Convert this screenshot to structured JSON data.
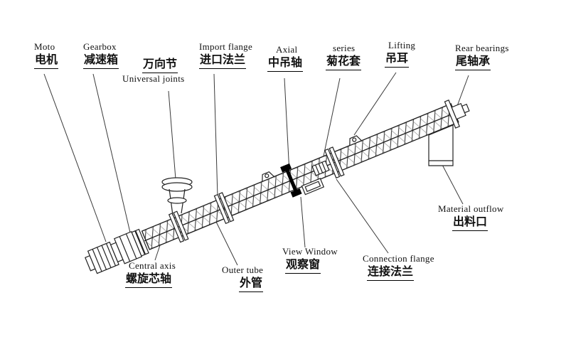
{
  "colors": {
    "background": "#ffffff",
    "line": "#222222",
    "label_text": "#111111"
  },
  "labels": [
    {
      "id": "motor",
      "en": "Moto",
      "zh": "电机"
    },
    {
      "id": "gearbox",
      "en": "Gearbox",
      "zh": "减速箱"
    },
    {
      "id": "universal-joints",
      "en": "Universal joints",
      "zh": "万向节"
    },
    {
      "id": "import-flange",
      "en": "Import flange",
      "zh": "进口法兰"
    },
    {
      "id": "axial",
      "en": "Axial",
      "zh": "中吊轴"
    },
    {
      "id": "series",
      "en": "series",
      "zh": "菊花套"
    },
    {
      "id": "lifting",
      "en": "Lifting",
      "zh": "吊耳"
    },
    {
      "id": "rear-bearings",
      "en": "Rear bearings",
      "zh": "尾轴承"
    },
    {
      "id": "material-outflow",
      "en": "Material outflow",
      "zh": "出料口"
    },
    {
      "id": "connection-flange",
      "en": "Connection flange",
      "zh": "连接法兰"
    },
    {
      "id": "view-window",
      "en": "View Window",
      "zh": "观察窗"
    },
    {
      "id": "outer-tube",
      "en": "Outer tube",
      "zh": "外管"
    },
    {
      "id": "central-axis",
      "en": "Central axis",
      "zh": "螺旋芯轴"
    }
  ]
}
